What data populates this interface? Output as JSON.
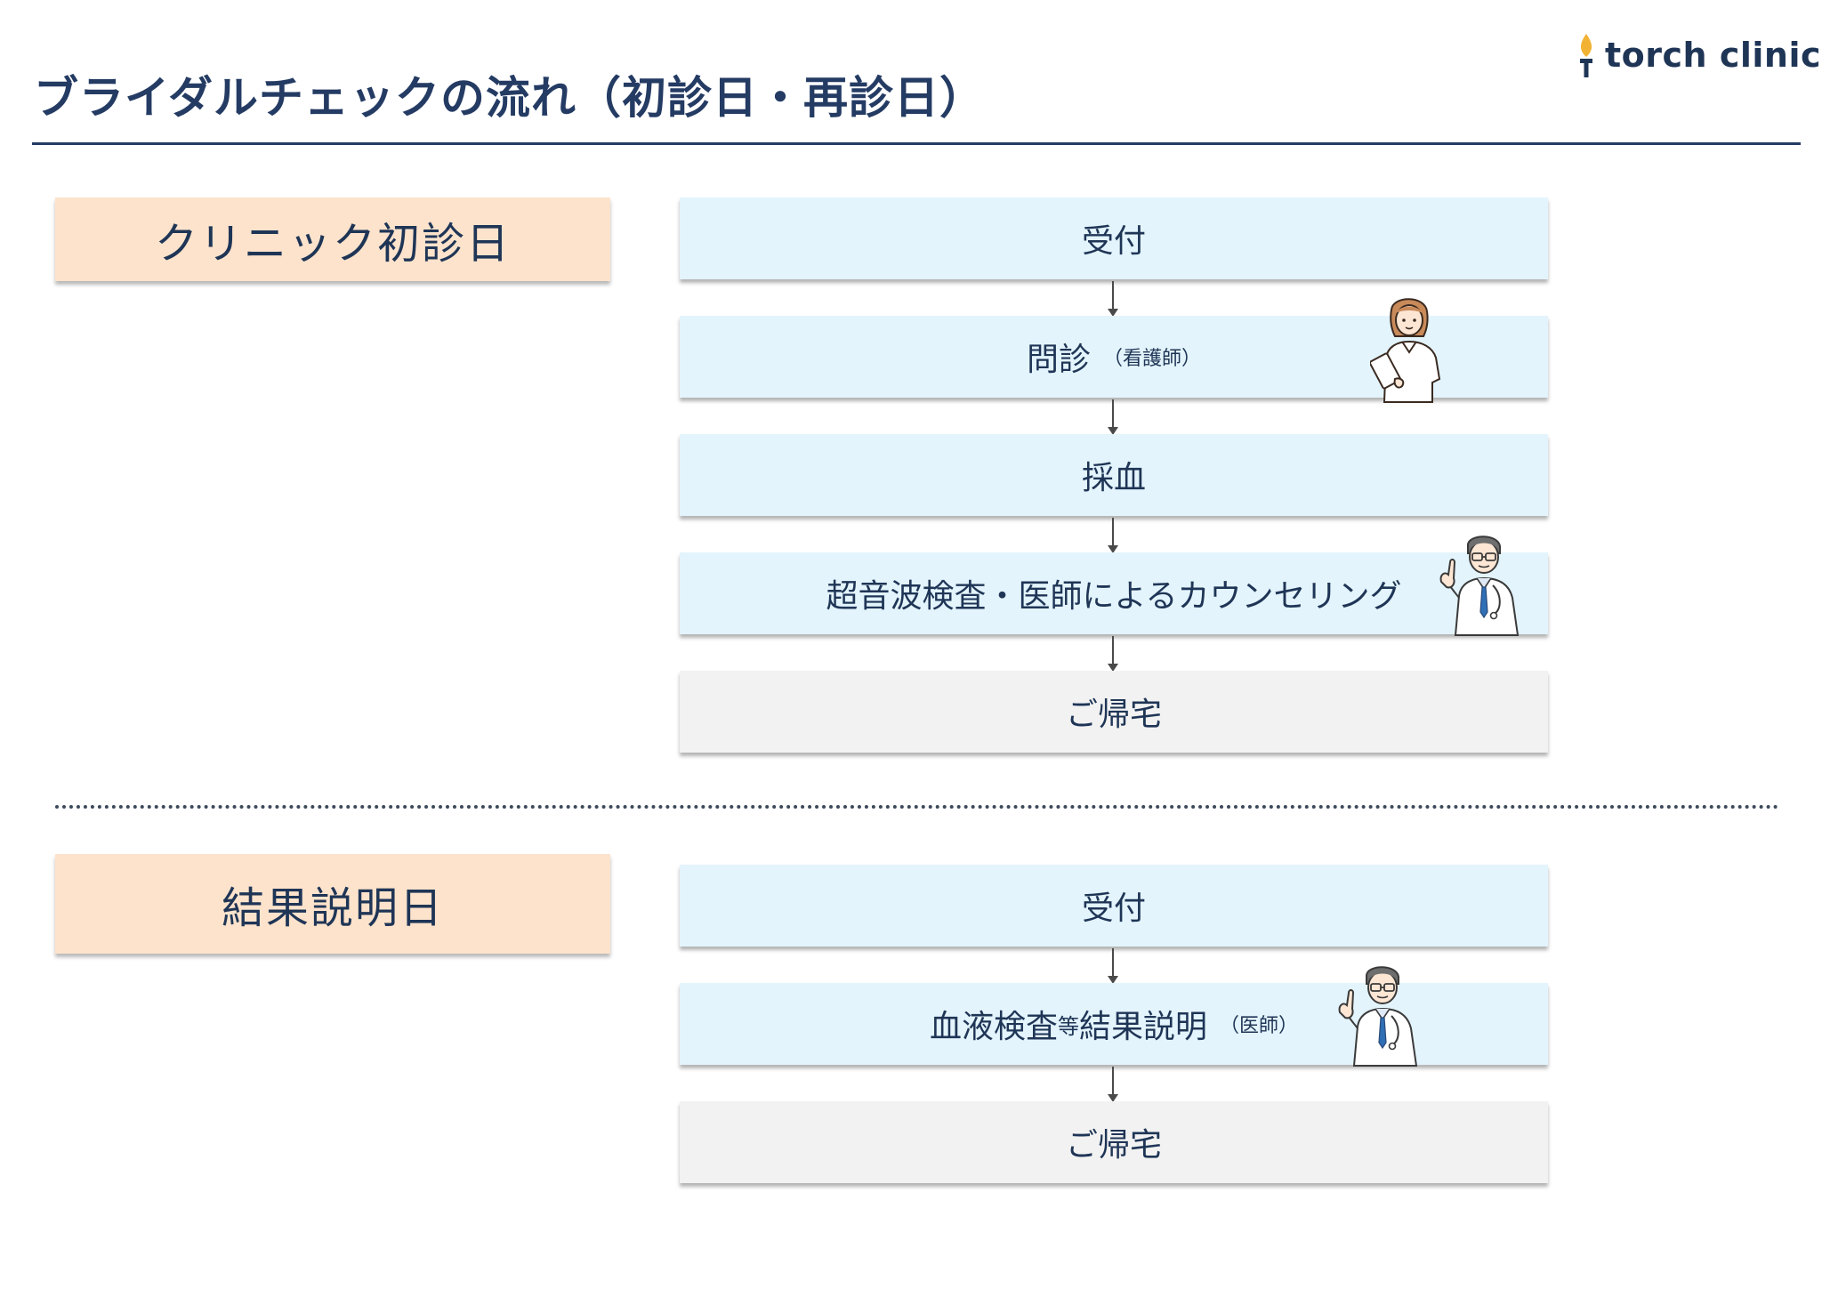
{
  "header": {
    "title": "ブライダルチェックの流れ（初診日・再診日）",
    "logo_text": "torch clinic"
  },
  "colors": {
    "navy": "#243b63",
    "day_label_bg": "#fde3cc",
    "step_bg": "#e3f4fc",
    "step_end_bg": "#f2f2f2",
    "logo_flame": "#f2b233"
  },
  "section1": {
    "label": "クリニック初診日",
    "steps": [
      {
        "text": "受付"
      },
      {
        "text": "問診",
        "note": "（看護師）"
      },
      {
        "text": "採血"
      },
      {
        "text": "超音波検査・医師によるカウンセリング"
      },
      {
        "text": "ご帰宅"
      }
    ]
  },
  "section2": {
    "label": "結果説明日",
    "steps": [
      {
        "text": "受付"
      },
      {
        "text_a": "血液検査",
        "text_small": "等",
        "text_b": "結果説明",
        "note": "（医師）"
      },
      {
        "text": "ご帰宅"
      }
    ]
  },
  "illustrations": {
    "nurse": "nurse-icon",
    "doctor": "doctor-icon"
  }
}
